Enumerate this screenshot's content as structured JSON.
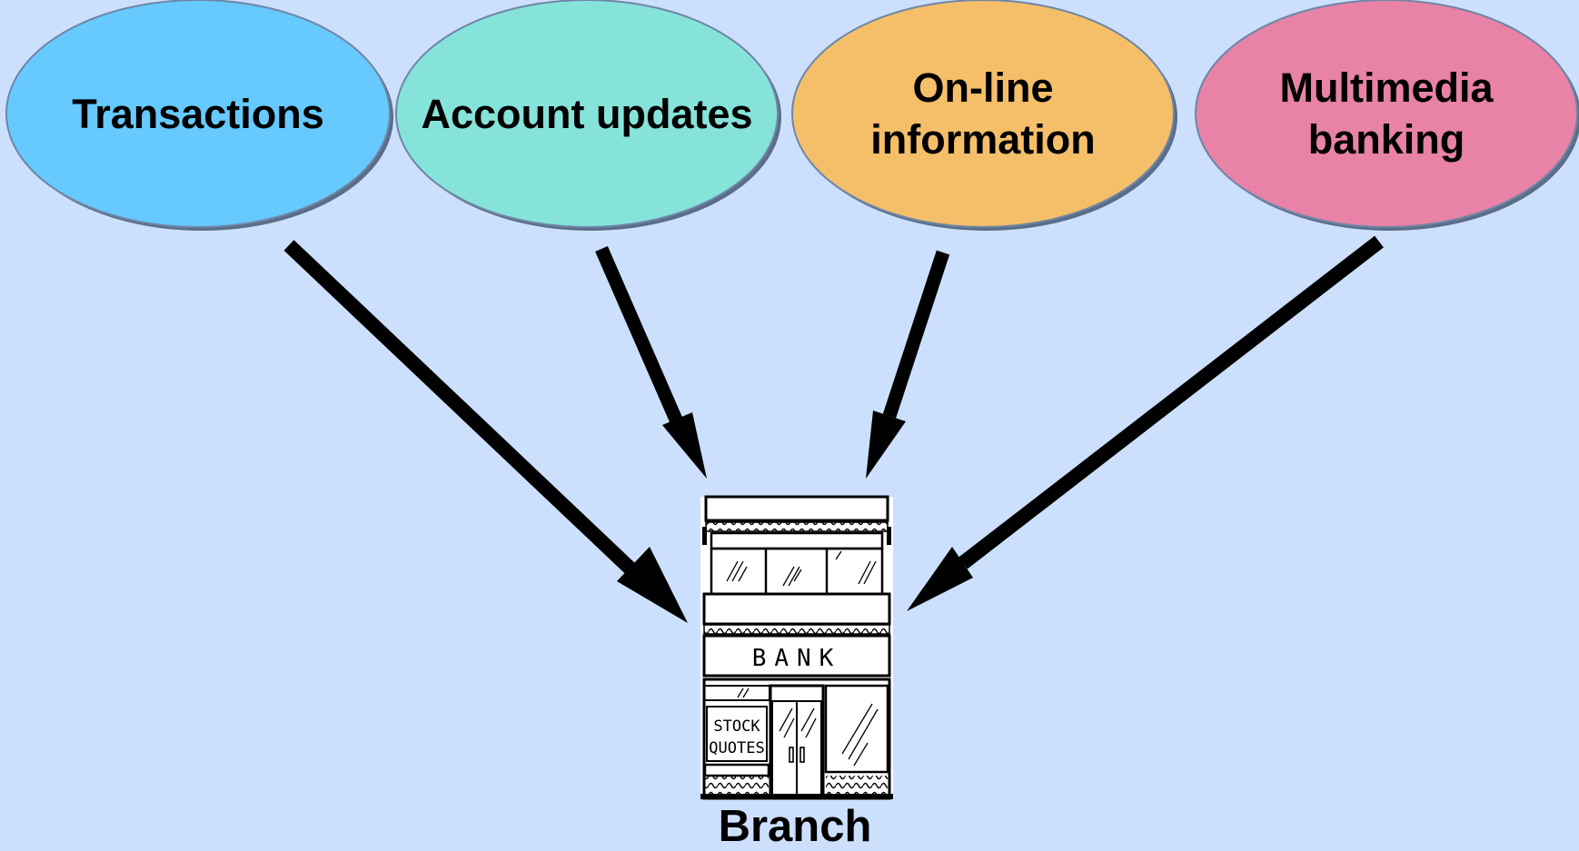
{
  "ellipses": [
    {
      "lines": [
        "Transactions"
      ],
      "color": "#66c9ff"
    },
    {
      "lines": [
        "Account updates"
      ],
      "color": "#85e3da"
    },
    {
      "lines": [
        "On-line",
        "information"
      ],
      "color": "#f5bf6a"
    },
    {
      "lines": [
        "Multimedia",
        "banking"
      ],
      "color": "#e882a7"
    }
  ],
  "bank": {
    "sign": "BANK",
    "window_sign_line1": "STOCK",
    "window_sign_line2": "QUOTES",
    "label": "Branch"
  }
}
